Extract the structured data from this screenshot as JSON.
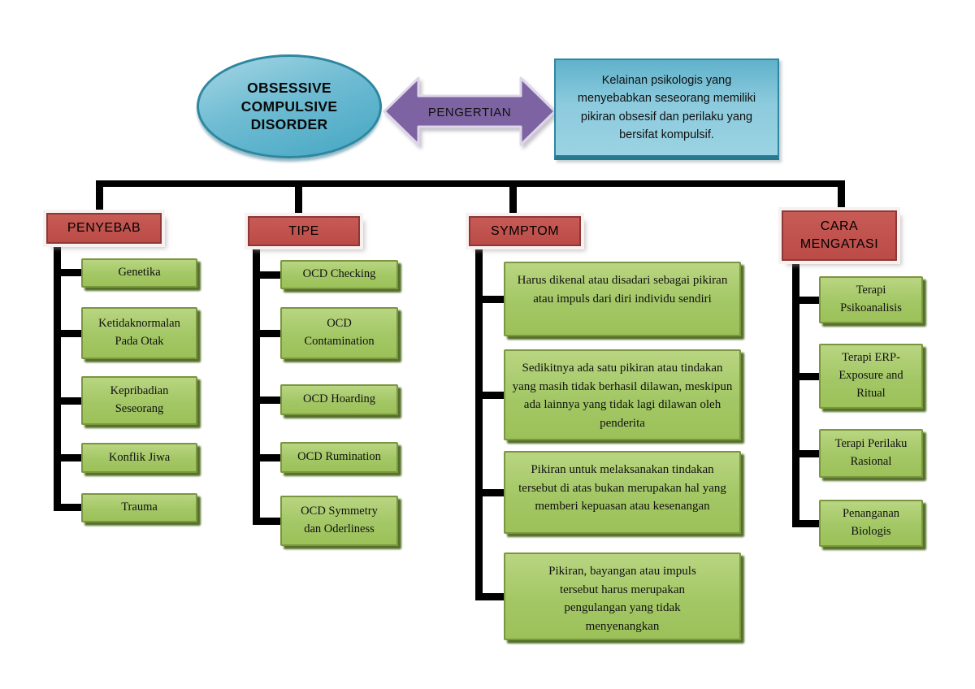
{
  "root_topic": {
    "label": "OBSESSIVE COMPULSIVE DISORDER"
  },
  "definition": {
    "connector_label": "PENGERTIAN",
    "text": "Kelainan psikologis yang menyebabkan seseorang memiliki pikiran obsesif dan perilaku yang bersifat kompulsif."
  },
  "branches": [
    {
      "label": "PENYEBAB",
      "items": [
        "Genetika",
        "Ketidaknormalan Pada Otak",
        "Kepribadian Seseorang",
        "Konflik Jiwa",
        "Trauma"
      ]
    },
    {
      "label": "TIPE",
      "items": [
        "OCD Checking",
        "OCD Contamination",
        "OCD Hoarding",
        "OCD Rumination",
        "OCD Symmetry dan Oderliness"
      ]
    },
    {
      "label": "SYMPTOM",
      "items": [
        "Harus dikenal atau disadari sebagai pikiran atau impuls dari diri individu sendiri",
        "Sedikitnya ada satu pikiran atau tindakan yang masih tidak berhasil dilawan, meskipun ada lainnya yang tidak lagi dilawan oleh penderita",
        "Pikiran untuk melaksanakan tindakan tersebut di atas bukan merupakan hal yang memberi kepuasan atau kesenangan",
        "Pikiran, bayangan atau impuls tersebut harus merupakan pengulangan yang tidak menyenangkan"
      ]
    },
    {
      "label": "CARA MENGATASI",
      "items": [
        "Terapi Psikoanalisis",
        "Terapi ERP-Exposure and Ritual",
        "Terapi Perilaku Rasional",
        "Penanganan Biologis"
      ]
    }
  ],
  "colors": {
    "topic_fill": "#45a6c2",
    "definition_fill": "#8ccadd",
    "connector_fill": "#7d63a1",
    "branch_header_fill": "#c0504d",
    "item_fill": "#a3c765",
    "tree_line": "#000000"
  }
}
